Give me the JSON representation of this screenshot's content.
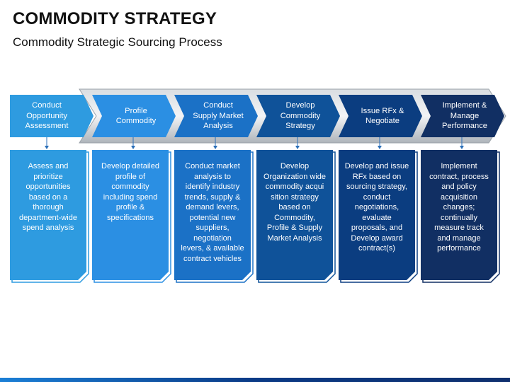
{
  "header": {
    "title": "COMMODITY STRATEGY",
    "subtitle": "Commodity Strategic Sourcing Process"
  },
  "colors": {
    "step1": "#2e9be0",
    "step2": "#2b8fe3",
    "step3": "#1b71c6",
    "step4": "#0f5299",
    "step5": "#0b3d80",
    "step6": "#112f63",
    "connector": "#2b6fb8",
    "band": "#b9bec4",
    "bottom_bar": "#1b4f9c"
  },
  "steps": [
    {
      "title": "Conduct\nOpportunity\nAssessment",
      "description": "Assess and\nprioritize\nopportunities\nbased on a\nthorough\ndepartment-wide\nspend analysis"
    },
    {
      "title": "Profile\nCommodity",
      "description": "Develop detailed\nprofile of\ncommodity\nincluding spend\nprofile &\nspecifications"
    },
    {
      "title": "Conduct\nSupply Market\nAnalysis",
      "description": "Conduct market\nanalysis to\nidentify industry\ntrends, supply &\ndemand levers,\npotential new\nsuppliers,\nnegotiation\nlevers, & available\ncontract vehicles"
    },
    {
      "title": "Develop\nCommodity\nStrategy",
      "description": "Develop\nOrganization wide\ncommodity  acqui\nsition strategy\nbased on\nCommodity,\nProfile & Supply\nMarket Analysis"
    },
    {
      "title": "Issue RFx &\nNegotiate",
      "description": "Develop and issue\nRFx based on\nsourcing strategy,\nconduct\nnegotiations,\nevaluate\nproposals, and\nDevelop award\ncontract(s)"
    },
    {
      "title": "Implement &\nManage\nPerformance",
      "description": "Implement\ncontract, process\nand policy\nacquisition\nchanges;\ncontinually\nmeasure track\nand manage\nperformance"
    }
  ]
}
